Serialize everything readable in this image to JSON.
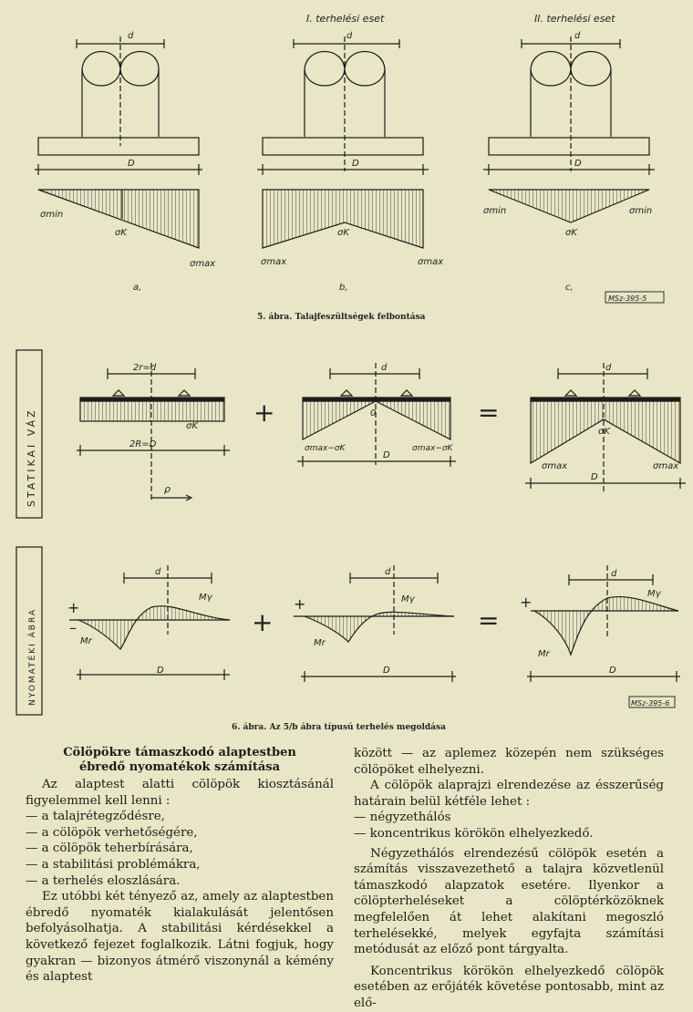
{
  "fig5": {
    "case1": "I. terhelési eset",
    "case2": "II. terhelési eset",
    "d": "d",
    "D": "D",
    "smin": "σmin",
    "sk": "σK",
    "smax": "σmax",
    "sub_a": "a,",
    "sub_b": "b,",
    "sub_c": "c,",
    "stamp": "MSz-395-5",
    "caption": "5. ábra. Talajfeszültségek felbontása"
  },
  "fig6": {
    "side_top": "STATIKAI VÁZ",
    "side_bottom": "NYOMATÉKI ÁBRA",
    "r_eq": "2r=d",
    "R_eq": "2R=D",
    "d": "d",
    "D": "D",
    "sk": "σK",
    "rho": "ρ",
    "zero": "0",
    "smax_minus_sk": "σmax−σK",
    "smax": "σmax",
    "plus": "+",
    "equals": "=",
    "mr": "Mr",
    "my": "Mγ",
    "stamp": "MSz-395-6",
    "caption": "6. ábra. Az 5/b ábra típusú terhelés megoldása"
  },
  "left_col": {
    "heading_1": "Cölöpökre támaszkodó alaptestben",
    "heading_2": "ébredő nyomatékok számítása",
    "p1": "Az alaptest alatti cölöpök kiosztásánál figyelemmel kell lenni :",
    "items": [
      "— a talajrétegződésre,",
      "— a cölöpök verhetőségére,",
      "— a cölöpök teherbírására,",
      "— a stabilitási problémákra,",
      "— a terhelés eloszlására."
    ],
    "p2": "Ez utóbbi két tényező az, amely az alaptestben ébredő nyomaték kialakulását jelentősen befolyásolhatja. A stabilitási kérdésekkel a következő fejezet foglalkozik. Látni fogjuk, hogy gyakran — bizonyos átmérő viszonynál a kémény és alaptest"
  },
  "right_col": {
    "p1": "között — az aplemez közepén nem szükséges cölöpöket elhelyezni.",
    "p2": "A cölöpök alaprajzi elrendezése az ésszerűség határain belül kétféle lehet :",
    "items": [
      "— négyzethálós",
      "— koncentrikus körökön elhelyezkedő."
    ],
    "p3": "Négyzethálós elrendezésű cölöpök esetén a számítás visszavezethető a talajra közvetlenül támaszkodó alapzatok esetére. Ilyenkor a cölöpterheléseket a cölöptérközöknek megfelelően át lehet alakítani megoszló terhelésekké, melyek egyfajta számítási metódusát az előző pont tárgyalta.",
    "p4": "Koncentrikus körökön elhelyezkedő cölöpök esetében az erőjáték követése pontosabb, mint az elő-"
  }
}
